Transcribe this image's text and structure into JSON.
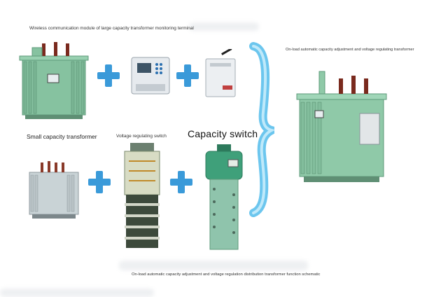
{
  "labels": {
    "wireless_module": "Wireless communication module of large capacity transformer monitoring terminal",
    "result_transformer": "On-load automatic capacity adjustment and voltage regulating transformer",
    "small_transformer": "Small capacity transformer",
    "voltage_switch": "Voltage regulating switch",
    "capacity_switch": "Capacity switch",
    "caption": "On-load automatic capacity adjustment and voltage regulation distribution transformer function schematic"
  },
  "colors": {
    "plus": "#3a9ad9",
    "brace": "#6cc6ee",
    "transformer_green": "#8fc9a8",
    "small_transformer": "#c9d3d6"
  },
  "icons": {
    "plus": "plus-icon",
    "brace": "right-brace-icon"
  }
}
